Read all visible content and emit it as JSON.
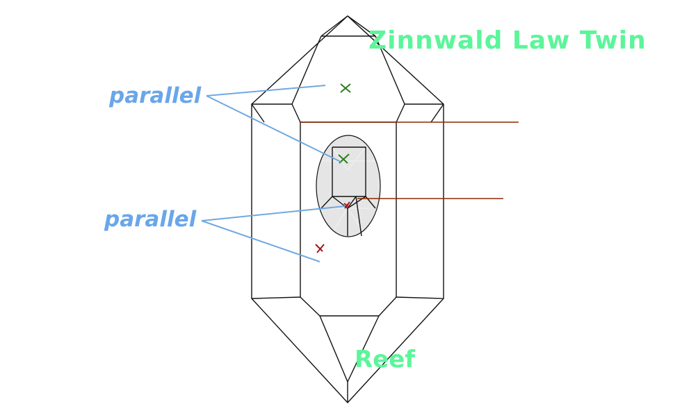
{
  "title": "Zinnwald Law Twin",
  "labels": {
    "parallel_top": "parallel",
    "parallel_bottom": "parallel",
    "twin_name": "Reef"
  },
  "colors": {
    "title_text": "#5cf59a",
    "pointer_text": "#6aa6ea",
    "pointer_lines": "#6fa8e0",
    "axis_lines": "#8a2a00",
    "green_marks": "#2e7d1e",
    "red_marks": "#a31515",
    "twin_inclusion_fill": "#e5e5e5"
  },
  "marks": [
    {
      "name": "upper-face-mark",
      "color": "green"
    },
    {
      "name": "twin-upper-mark",
      "color": "green"
    },
    {
      "name": "twin-lower-mark",
      "color": "red"
    },
    {
      "name": "prism-face-mark",
      "color": "red"
    }
  ]
}
